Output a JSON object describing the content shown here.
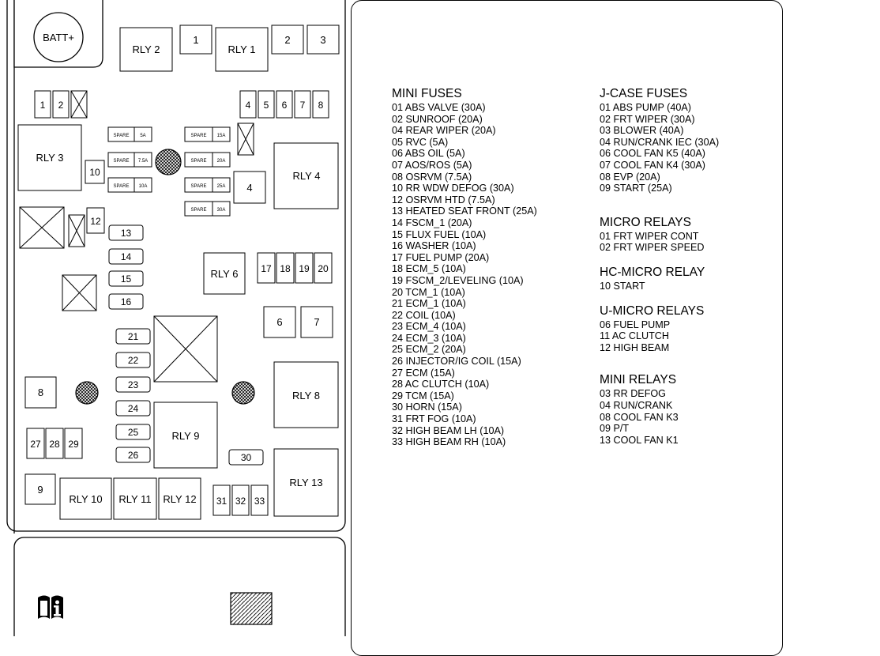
{
  "diagram": {
    "batt": "BATT+",
    "relays": [
      {
        "id": "rly2",
        "label": "RLY 2"
      },
      {
        "id": "rly1",
        "label": "RLY 1"
      },
      {
        "id": "rly3",
        "label": "RLY 3"
      },
      {
        "id": "rly4",
        "label": "RLY 4"
      },
      {
        "id": "rly6",
        "label": "RLY 6"
      },
      {
        "id": "rly8",
        "label": "RLY 8"
      },
      {
        "id": "rly9",
        "label": "RLY 9"
      },
      {
        "id": "rly13",
        "label": "RLY 13"
      },
      {
        "id": "rly10",
        "label": "RLY 10"
      },
      {
        "id": "rly11",
        "label": "RLY 11"
      },
      {
        "id": "rly12",
        "label": "RLY 12"
      }
    ],
    "slots": [
      "1",
      "2",
      "3",
      "1",
      "2",
      "4",
      "5",
      "6",
      "7",
      "8",
      "10",
      "4",
      "12",
      "13",
      "14",
      "15",
      "16",
      "17",
      "18",
      "19",
      "20",
      "21",
      "22",
      "23",
      "24",
      "25",
      "26",
      "6",
      "7",
      "8",
      "27",
      "28",
      "29",
      "30",
      "9",
      "31",
      "32",
      "33"
    ],
    "spares": [
      {
        "left": "SPARE",
        "right": "5A"
      },
      {
        "left": "SPARE",
        "right": "7.5A"
      },
      {
        "left": "SPARE",
        "right": "10A"
      },
      {
        "left": "SPARE",
        "right": "15A"
      },
      {
        "left": "SPARE",
        "right": "20A"
      },
      {
        "left": "SPARE",
        "right": "25A"
      },
      {
        "left": "SPARE",
        "right": "30A"
      }
    ],
    "icons": [
      "manual-info-icon",
      "hatched-square-icon"
    ]
  },
  "legend": {
    "mini_fuses": {
      "title": "MINI FUSES",
      "items": [
        "01 ABS VALVE  (30A)",
        "02 SUNROOF  (20A)",
        "04 REAR WIPER  (20A)",
        "05 RVC  (5A)",
        "06 ABS OIL  (5A)",
        "07 AOS/ROS  (5A)",
        "08 OSRVM  (7.5A)",
        "10 RR WDW DEFOG  (30A)",
        "12 OSRVM HTD  (7.5A)",
        "13 HEATED SEAT FRONT  (25A)",
        "14 FSCM_1  (20A)",
        "15 FLUX FUEL  (10A)",
        "16 WASHER  (10A)",
        "17 FUEL PUMP  (20A)",
        "18 ECM_5  (10A)",
        "19 FSCM_2/LEVELING  (10A)",
        "20 TCM_1  (10A)",
        "21 ECM_1  (10A)",
        "22 COIL  (10A)",
        "23 ECM_4  (10A)",
        "24 ECM_3  (10A)",
        "25 ECM_2  (20A)",
        "26 INJECTOR/IG COIL  (15A)",
        "27 ECM  (15A)",
        "28 AC CLUTCH  (10A)",
        "29 TCM  (15A)",
        "30 HORN  (15A)",
        "31 FRT FOG  (10A)",
        "32 HIGH BEAM LH  (10A)",
        "33 HIGH BEAM RH  (10A)"
      ]
    },
    "j_case_fuses": {
      "title": "J-CASE FUSES",
      "items": [
        "01 ABS PUMP  (40A)",
        "02 FRT WIPER  (30A)",
        "03 BLOWER  (40A)",
        "04 RUN/CRANK IEC  (30A)",
        "06 COOL FAN K5  (40A)",
        "07 COOL FAN K4  (30A)",
        "08 EVP  (20A)",
        "09 START  (25A)"
      ]
    },
    "micro_relays": {
      "title": "MICRO RELAYS",
      "items": [
        "01 FRT WIPER CONT",
        "02 FRT WIPER SPEED"
      ]
    },
    "hc_micro_relay": {
      "title": "HC-MICRO RELAY",
      "items": [
        "10 START"
      ]
    },
    "u_micro_relays": {
      "title": "U-MICRO RELAYS",
      "items": [
        "06 FUEL PUMP",
        "11 AC CLUTCH",
        "12 HIGH BEAM"
      ]
    },
    "mini_relays": {
      "title": "MINI RELAYS",
      "items": [
        "03 RR DEFOG",
        "04 RUN/CRANK",
        "08 COOL FAN K3",
        "09 P/T",
        "13 COOL FAN K1"
      ]
    }
  }
}
